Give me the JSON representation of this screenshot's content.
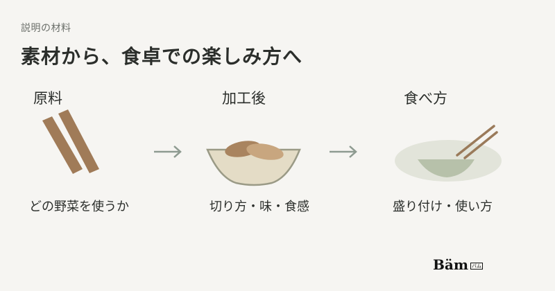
{
  "header": {
    "eyebrow": "説明の材料",
    "title": "素材から、食卓での楽しみ方へ"
  },
  "steps": [
    {
      "title": "原料",
      "caption": "どの野菜を使うか"
    },
    {
      "title": "加工後",
      "caption": "切り方・味・食感"
    },
    {
      "title": "食べ方",
      "caption": "盛り付け・使い方"
    }
  ],
  "brand": {
    "name": "Bäm",
    "sub": "バム"
  },
  "colors": {
    "background": "#f6f5f2",
    "stick": "#a07b58",
    "arrow": "#8e9b91",
    "bowl_fill": "#e4dcc6",
    "bowl_stroke": "#9a9a86",
    "plate": "#e2e4da",
    "plate_inner": "#b7c1aa",
    "chopstick": "#9a7a5a"
  }
}
